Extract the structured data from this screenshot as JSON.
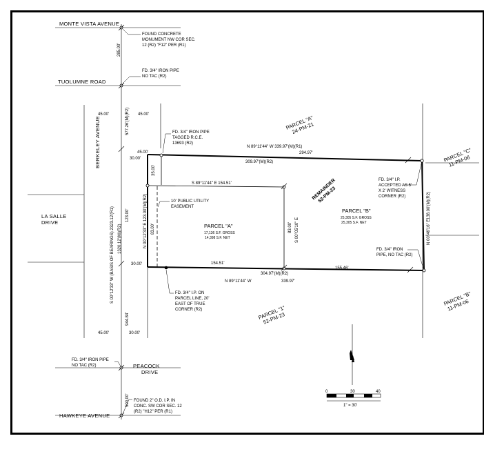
{
  "streets": {
    "monte_vista": "MONTE VISTA AVENUE",
    "tuolumne": "TUOLUMNE ROAD",
    "berkeley": "BERKELEY AVENUE",
    "la_salle_1": "LA SALLE",
    "la_salle_2": "DRIVE",
    "peacock_1": "PEACOCK",
    "peacock_2": "DRIVE",
    "hawkeye": "HAWKEYE AVENUE"
  },
  "notes": {
    "monument": [
      "FOUND CONCRETE",
      "MONUMENT NW COR SEC.",
      "12 (R2) \"F12\" PER (R1)"
    ],
    "tuolumne_pipe": [
      "FD. 3/4\" IRON PIPE",
      "NO TAC (R2)"
    ],
    "tagged_pipe": [
      "FD. 3/4\" IRON PIPE",
      "TAGGED R.C.E.",
      "13693 (R2)"
    ],
    "easement": [
      "10' PUBLIC UTILITY",
      "EASEMENT"
    ],
    "ip_on_line": [
      "FD. 3/4\" I.P. ON",
      "PARCEL LINE, 20'",
      "EAST OF TRUE",
      "CORNER (R2)"
    ],
    "witness": [
      "FD. 3/4\" I.P.",
      "ACCEPTED AS 5'",
      "X 2' WITNESS",
      "CORNER (R2)"
    ],
    "ne_pipe": [
      "FD. 3/4\" IRON",
      "PIPE, NO TAC (R2)"
    ],
    "peacock_pipe": [
      "FD. 3/4\" IRON PIPE",
      "NO TAC (R2)"
    ],
    "found_2in": [
      "FOUND 2\" O.D. I.P. IN",
      "CONC. SW COR SEC. 12",
      "(R2) \"H12\" PER (R1)"
    ]
  },
  "dimensions": {
    "d_top_vert": "285.00'",
    "d_577": "577.26'(M)(R2)",
    "d_45_tl": "45.00'",
    "d_45_tr": "45.00'",
    "d_45_mid": "45.00'",
    "d_30_tl": "30.00'",
    "d_30_ml": "30.00'",
    "d_35": "35.00'",
    "d_basis": "S 00°12'33\" W (BASIS OF BEARINGS) 2323.12'(R1)",
    "d_1320": "1320.12'(M)(R2)",
    "d_123": "123.00'",
    "d_n0012": "N 00°12'33\" E 123.00'(M)(R2)",
    "d_83_l": "83.00'",
    "d_45_bl": "45.00'",
    "d_30_bl": "30.00'",
    "d_944": "944.84'",
    "d_500": "500.00'",
    "d_n89_top": "N 89°11'44\" W  339.97'(M)(R1)",
    "d_294": "294.97'",
    "d_309_r2": "309.97'(M)(R2)",
    "d_s89_inner": "S 89°11'44\" E   154.51'",
    "d_s00_inner": "S 00°05'10\" E",
    "d_83_inner": "83.00'",
    "d_15451": "154.51'",
    "d_30497": "304.97'(M)(R2)",
    "d_15546": "155.46'",
    "d_n89_bot": "N 89°11'44\" W",
    "d_33997": "339.97'",
    "d_n0046": "N 00°46'16\" E",
    "d_138": "138.00'(M)(R2)"
  },
  "parcels": {
    "a_title": "PARCEL \"A\"",
    "a_gross": "17,136 S.F. GROSS",
    "a_net": "14,398 S.F. NET",
    "b_title": "PARCEL \"B\"",
    "b_gross": "25,305 S.F. GROSS",
    "b_net": "25,305 S.F. NET",
    "rem_1": "REMAINDER",
    "rem_2": "52-PM-23",
    "adj_a_1": "PARCEL \"A\"",
    "adj_a_2": "24-PM-21",
    "adj_c_1": "PARCEL \"C\"",
    "adj_c_2": "11-PM-06",
    "adj_1_1": "PARCEL \"1\"",
    "adj_1_2": "52-PM-23",
    "adj_b_1": "PARCEL \"B\"",
    "adj_b_2": "11-PM-06"
  },
  "scale": {
    "t0": "0",
    "t30": "30",
    "t40": "40",
    "label": "1\" = 30'"
  }
}
